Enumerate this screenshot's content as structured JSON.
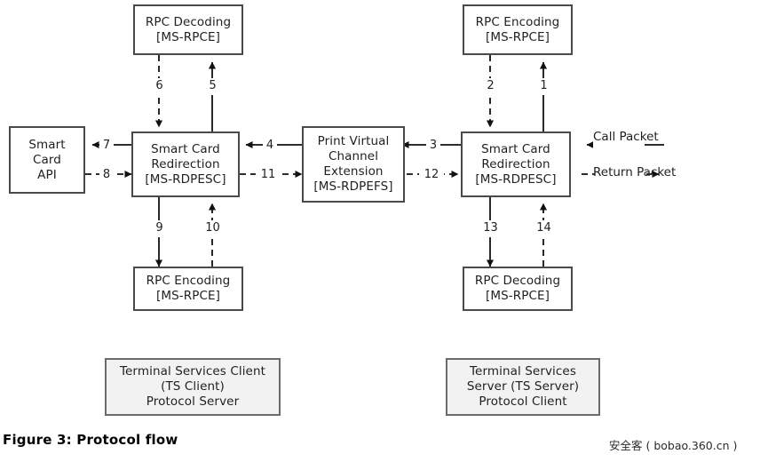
{
  "figure": {
    "caption": "Figure 3: Protocol flow",
    "watermark": "安全客 ( bobao.360.cn )"
  },
  "nodes": {
    "smart_card_api": {
      "lines": [
        "Smart",
        "Card",
        "API"
      ]
    },
    "rpc_decoding_client": {
      "lines": [
        "RPC Decoding",
        "[MS-RPCE]"
      ]
    },
    "smart_card_redirection_client": {
      "lines": [
        "Smart Card",
        "Redirection",
        "[MS-RDPESC]"
      ]
    },
    "rpc_encoding_client": {
      "lines": [
        "RPC Encoding",
        "[MS-RPCE]"
      ]
    },
    "print_virtual_channel_extension": {
      "lines": [
        "Print Virtual",
        "Channel",
        "Extension",
        "[MS-RDPEFS]"
      ]
    },
    "rpc_encoding_server": {
      "lines": [
        "RPC Encoding",
        "[MS-RPCE]"
      ]
    },
    "smart_card_redirection_server": {
      "lines": [
        "Smart Card",
        "Redirection",
        "[MS-RDPESC]"
      ]
    },
    "rpc_decoding_server": {
      "lines": [
        "RPC Decoding",
        "[MS-RPCE]"
      ]
    },
    "ts_client": {
      "lines": [
        "Terminal Services Client",
        "(TS Client)",
        "Protocol Server"
      ]
    },
    "ts_server": {
      "lines": [
        "Terminal Services",
        "Server (TS Server)",
        "Protocol Client"
      ]
    }
  },
  "edge_labels": {
    "e1": "1",
    "e2": "2",
    "e3": "3",
    "e4": "4",
    "e5": "5",
    "e6": "6",
    "e7": "7",
    "e8": "8",
    "e9": "9",
    "e10": "10",
    "e11": "11",
    "e12": "12",
    "e13": "13",
    "e14": "14"
  },
  "packet_labels": {
    "call_packet": "Call\nPacket",
    "call_packet_l1": "Call",
    "call_packet_l2": "Packet",
    "return_packet_l1": "Return",
    "return_packet_l2": "Packet"
  },
  "chart_data": {
    "type": "diagram",
    "title": "Figure 3: Protocol flow",
    "flows": [
      {
        "id": "1",
        "from": "smart_card_redirection_server",
        "to": "rpc_encoding_server",
        "style": "solid",
        "direction": "up"
      },
      {
        "id": "2",
        "from": "rpc_encoding_server",
        "to": "smart_card_redirection_server",
        "style": "dashed",
        "direction": "down"
      },
      {
        "id": "3",
        "from": "smart_card_redirection_server",
        "to": "print_virtual_channel_extension",
        "style": "solid",
        "direction": "left"
      },
      {
        "id": "4",
        "from": "print_virtual_channel_extension",
        "to": "smart_card_redirection_client",
        "style": "solid",
        "direction": "left"
      },
      {
        "id": "5",
        "from": "smart_card_redirection_client",
        "to": "rpc_decoding_client",
        "style": "solid",
        "direction": "up"
      },
      {
        "id": "6",
        "from": "rpc_decoding_client",
        "to": "smart_card_redirection_client",
        "style": "dashed",
        "direction": "down"
      },
      {
        "id": "7",
        "from": "smart_card_redirection_client",
        "to": "smart_card_api",
        "style": "solid",
        "direction": "left"
      },
      {
        "id": "8",
        "from": "smart_card_api",
        "to": "smart_card_redirection_client",
        "style": "dashed",
        "direction": "right"
      },
      {
        "id": "9",
        "from": "smart_card_redirection_client",
        "to": "rpc_encoding_client",
        "style": "solid",
        "direction": "down"
      },
      {
        "id": "10",
        "from": "rpc_encoding_client",
        "to": "smart_card_redirection_client",
        "style": "dashed",
        "direction": "up"
      },
      {
        "id": "11",
        "from": "smart_card_redirection_client",
        "to": "print_virtual_channel_extension",
        "style": "dashed",
        "direction": "right"
      },
      {
        "id": "12",
        "from": "print_virtual_channel_extension",
        "to": "smart_card_redirection_server",
        "style": "dashed",
        "direction": "right"
      },
      {
        "id": "13",
        "from": "smart_card_redirection_server",
        "to": "rpc_decoding_server",
        "style": "solid",
        "direction": "down"
      },
      {
        "id": "14",
        "from": "rpc_decoding_server",
        "to": "smart_card_redirection_server",
        "style": "dashed",
        "direction": "up"
      },
      {
        "id": "call-packet",
        "from": "external",
        "to": "smart_card_redirection_server",
        "style": "solid",
        "direction": "left",
        "label": "Call Packet"
      },
      {
        "id": "return-packet",
        "from": "smart_card_redirection_server",
        "to": "external",
        "style": "dashed",
        "direction": "right",
        "label": "Return Packet"
      }
    ],
    "colors": {
      "stroke": "#1a1a1a",
      "node_border": "#4a4a4a",
      "node_fill": "#ffffff",
      "shaded_fill": "#f2f2f2"
    }
  }
}
